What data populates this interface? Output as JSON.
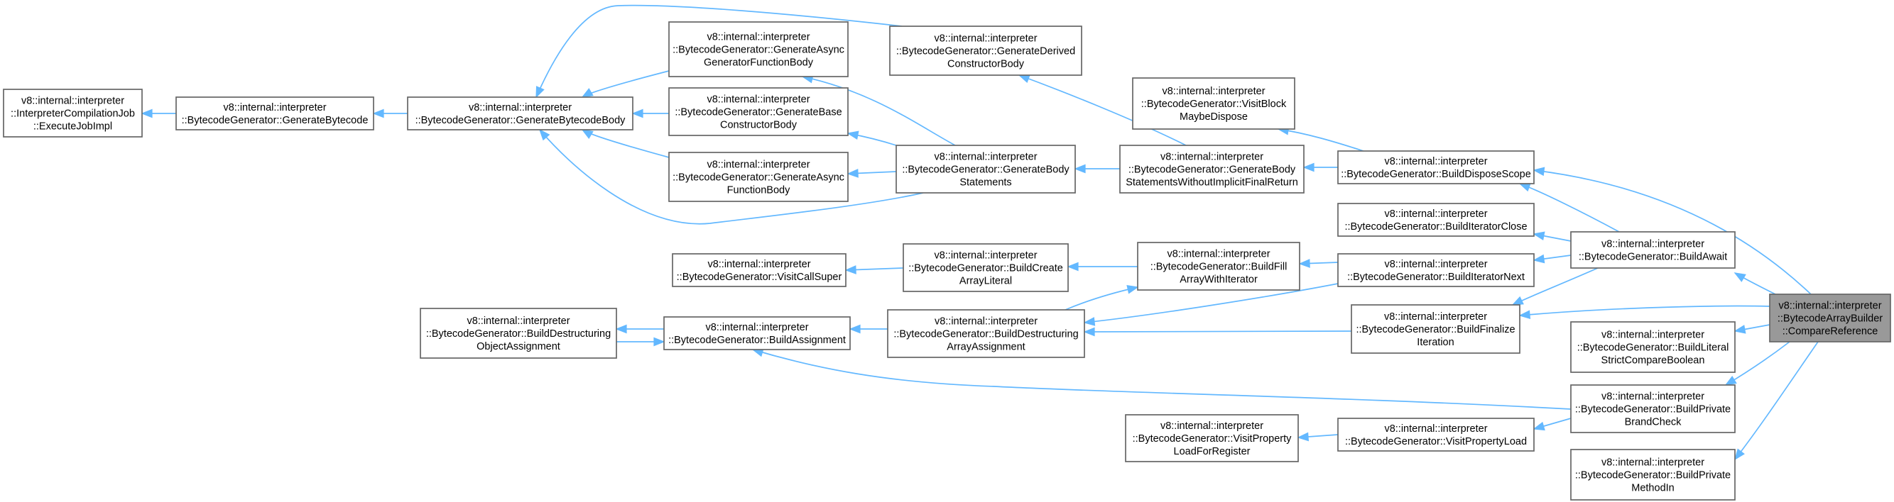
{
  "nodes": {
    "n1": [
      "v8::internal::interpreter",
      "::InterpreterCompilationJob",
      "::ExecuteJobImpl"
    ],
    "n2": [
      "v8::internal::interpreter",
      "::BytecodeGenerator::GenerateBytecode"
    ],
    "n3": [
      "v8::internal::interpreter",
      "::BytecodeGenerator::GenerateBytecodeBody"
    ],
    "n4": [
      "v8::internal::interpreter",
      "::BytecodeGenerator::GenerateAsync",
      "GeneratorFunctionBody"
    ],
    "n5": [
      "v8::internal::interpreter",
      "::BytecodeGenerator::GenerateBase",
      "ConstructorBody"
    ],
    "n6": [
      "v8::internal::interpreter",
      "::BytecodeGenerator::GenerateAsync",
      "FunctionBody"
    ],
    "n7": [
      "v8::internal::interpreter",
      "::BytecodeGenerator::GenerateDerived",
      "ConstructorBody"
    ],
    "n8": [
      "v8::internal::interpreter",
      "::BytecodeGenerator::GenerateBody",
      "Statements"
    ],
    "n9": [
      "v8::internal::interpreter",
      "::BytecodeGenerator::VisitBlock",
      "MaybeDispose"
    ],
    "n10": [
      "v8::internal::interpreter",
      "::BytecodeGenerator::GenerateBody",
      "StatementsWithoutImplicitFinalReturn"
    ],
    "n11": [
      "v8::internal::interpreter",
      "::BytecodeGenerator::BuildDisposeScope"
    ],
    "n12": [
      "v8::internal::interpreter",
      "::BytecodeGenerator::BuildIteratorClose"
    ],
    "n13": [
      "v8::internal::interpreter",
      "::BytecodeGenerator::VisitCallSuper"
    ],
    "n14": [
      "v8::internal::interpreter",
      "::BytecodeGenerator::BuildCreate",
      "ArrayLiteral"
    ],
    "n15": [
      "v8::internal::interpreter",
      "::BytecodeGenerator::BuildFill",
      "ArrayWithIterator"
    ],
    "n16": [
      "v8::internal::interpreter",
      "::BytecodeGenerator::BuildIteratorNext"
    ],
    "n17": [
      "v8::internal::interpreter",
      "::BytecodeGenerator::BuildAwait"
    ],
    "n18": [
      "v8::internal::interpreter",
      "::BytecodeGenerator::BuildDestructuring",
      "ObjectAssignment"
    ],
    "n19": [
      "v8::internal::interpreter",
      "::BytecodeGenerator::BuildAssignment"
    ],
    "n20": [
      "v8::internal::interpreter",
      "::BytecodeGenerator::BuildDestructuring",
      "ArrayAssignment"
    ],
    "n21": [
      "v8::internal::interpreter",
      "::BytecodeGenerator::BuildFinalize",
      "Iteration"
    ],
    "n22": [
      "v8::internal::interpreter",
      "::BytecodeArrayBuilder",
      "::CompareReference"
    ],
    "n23": [
      "v8::internal::interpreter",
      "::BytecodeGenerator::BuildLiteral",
      "StrictCompareBoolean"
    ],
    "n24": [
      "v8::internal::interpreter",
      "::BytecodeGenerator::BuildPrivate",
      "BrandCheck"
    ],
    "n25": [
      "v8::internal::interpreter",
      "::BytecodeGenerator::VisitProperty",
      "LoadForRegister"
    ],
    "n26": [
      "v8::internal::interpreter",
      "::BytecodeGenerator::VisitPropertyLoad"
    ],
    "n27": [
      "v8::internal::interpreter",
      "::BytecodeGenerator::BuildPrivate",
      "MethodIn"
    ]
  },
  "edges": [
    [
      "n2",
      "n1"
    ],
    [
      "n3",
      "n2"
    ],
    [
      "n4",
      "n3"
    ],
    [
      "n5",
      "n3"
    ],
    [
      "n6",
      "n3"
    ],
    [
      "n7",
      "n3"
    ],
    [
      "n8",
      "n3"
    ],
    [
      "n8",
      "n4"
    ],
    [
      "n8",
      "n5"
    ],
    [
      "n8",
      "n6"
    ],
    [
      "n10",
      "n7"
    ],
    [
      "n10",
      "n8"
    ],
    [
      "n11",
      "n9"
    ],
    [
      "n11",
      "n10"
    ],
    [
      "n14",
      "n13"
    ],
    [
      "n15",
      "n14"
    ],
    [
      "n16",
      "n15"
    ],
    [
      "n16",
      "n20"
    ],
    [
      "n17",
      "n11"
    ],
    [
      "n17",
      "n12"
    ],
    [
      "n17",
      "n16"
    ],
    [
      "n17",
      "n21"
    ],
    [
      "n19",
      "n18"
    ],
    [
      "n18",
      "n19"
    ],
    [
      "n20",
      "n19"
    ],
    [
      "n20",
      "n15"
    ],
    [
      "n21",
      "n20"
    ],
    [
      "n22",
      "n11"
    ],
    [
      "n22",
      "n17"
    ],
    [
      "n22",
      "n21"
    ],
    [
      "n22",
      "n23"
    ],
    [
      "n22",
      "n24"
    ],
    [
      "n22",
      "n27"
    ],
    [
      "n24",
      "n19"
    ],
    [
      "n24",
      "n26"
    ],
    [
      "n26",
      "n25"
    ]
  ]
}
